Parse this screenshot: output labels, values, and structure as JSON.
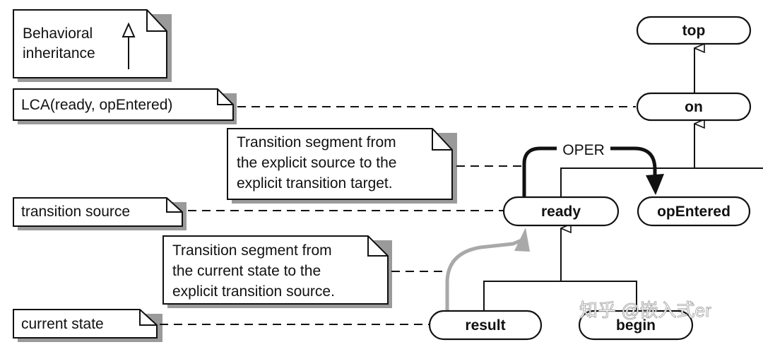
{
  "notes": {
    "legend": {
      "lines": [
        "Behavioral",
        "inheritance"
      ]
    },
    "lca": {
      "text": "LCA(ready, opEntered)"
    },
    "segment1": {
      "lines": [
        "Transition segment from",
        "the explicit source to the",
        "explicit transition target."
      ]
    },
    "transition_source": {
      "text": "transition source"
    },
    "segment2": {
      "lines": [
        "Transition segment from",
        "the current state to the",
        "explicit transition source."
      ]
    },
    "current_state": {
      "text": "current state"
    }
  },
  "states": {
    "top": "top",
    "on": "on",
    "ready": "ready",
    "opEntered": "opEntered",
    "result": "result",
    "begin": "begin"
  },
  "transition_label": "OPER",
  "watermark": "知乎 @嵌入式er",
  "colors": {
    "stroke": "#111111",
    "arrow_gray": "#a9a9a9",
    "shadow": "#9a9a9a",
    "background": "#ffffff"
  }
}
